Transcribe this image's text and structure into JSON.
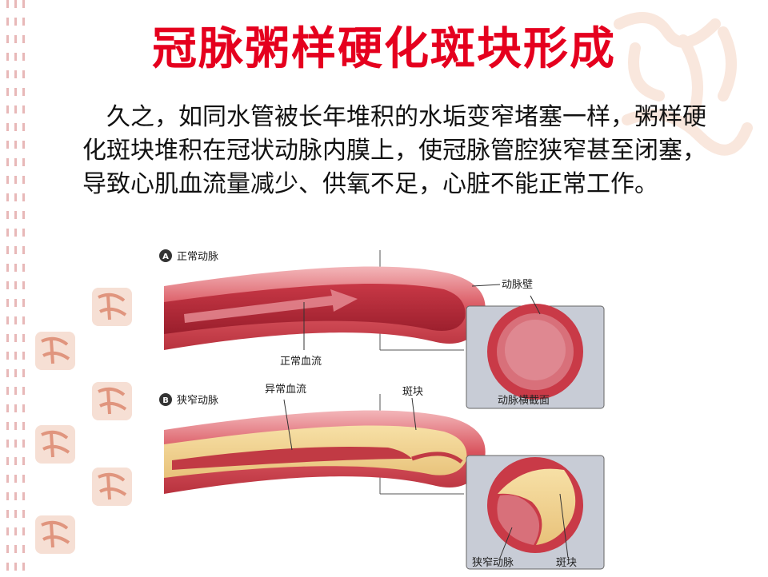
{
  "slide": {
    "title": "冠脉粥样硬化斑块形成",
    "body": "久之，如同水管被长年堆积的水垢变窄堵塞一样，粥样硬化斑块堆积在冠状动脉内膜上，使冠脉管腔狭窄甚至闭塞，导致心肌血流量减少、供氧不足，心脏不能正常工作。"
  },
  "diagram": {
    "panel_a": {
      "badge": "A",
      "label": "正常动脉",
      "callout_wall": "动脉壁",
      "callout_flow": "正常血流",
      "cross_section_label": "动脉横截面"
    },
    "panel_b": {
      "badge": "B",
      "label": "狭窄动脉",
      "callout_flow": "异常血流",
      "callout_plaque": "斑块",
      "cross_narrow": "狭窄动脉",
      "cross_plaque": "斑块"
    }
  }
}
